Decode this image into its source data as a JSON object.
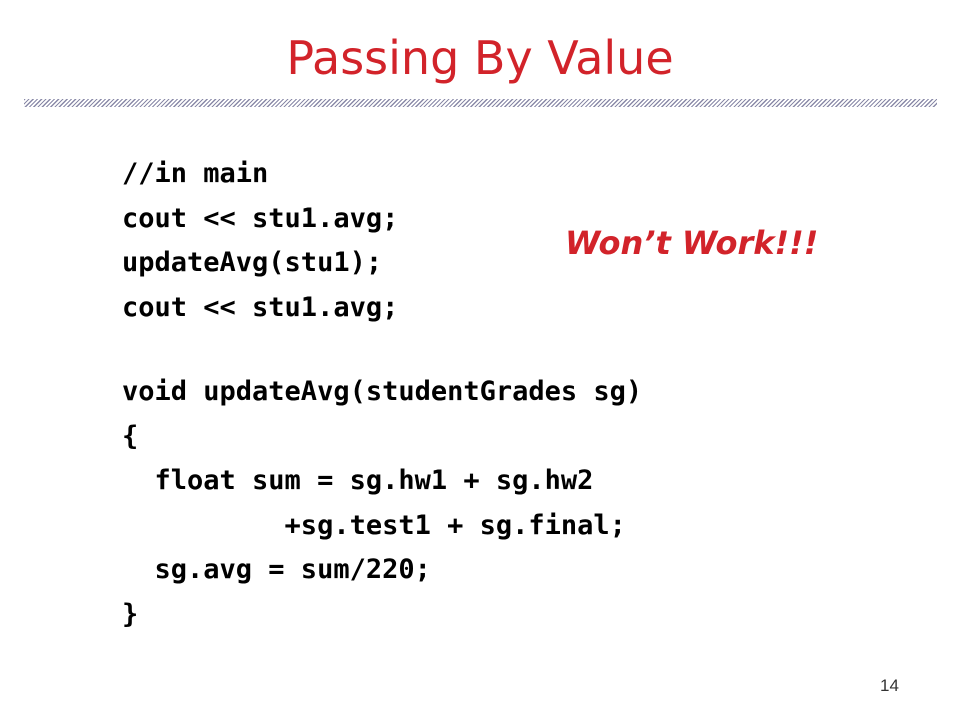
{
  "slide": {
    "title": "Passing By Value",
    "callout": "Won’t Work!!!",
    "page_number": "14"
  },
  "code_main": [
    "//in main",
    "cout << stu1.avg;",
    "updateAvg(stu1);",
    "cout << stu1.avg;"
  ],
  "code_function": [
    "void updateAvg(studentGrades sg)",
    "{",
    "  float sum = sg.hw1 + sg.hw2",
    "          +sg.test1 + sg.final;",
    "  sg.avg = sum/220;",
    "}"
  ],
  "colors": {
    "title": "#d2232a",
    "callout": "#d2232a",
    "code": "#000000",
    "rule": "#8a8aa8"
  }
}
